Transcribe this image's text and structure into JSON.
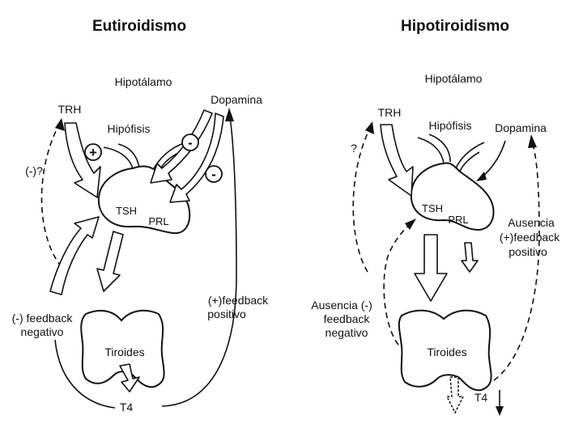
{
  "left_panel": {
    "title": "Eutiroidismo",
    "hypothalamus": "Hipotálamo",
    "trh": "TRH",
    "pituitary": "Hipófisis",
    "dopamine": "Dopamina",
    "tsh": "TSH",
    "prl": "PRL",
    "trh_stimulus_sign": "+",
    "dopamine_inhibit_sign_1": "-",
    "dopamine_inhibit_sign_2": "-",
    "unknown_feedback": "(-)?",
    "neg_feedback_line1": "(-) feedback",
    "neg_feedback_line2": "negativo",
    "pos_feedback_line1": "(+)feedback",
    "pos_feedback_line2": "positivo",
    "thyroid": "Tiroides",
    "t4": "T4"
  },
  "right_panel": {
    "title": "Hipotiroidismo",
    "hypothalamus": "Hipotálamo",
    "trh": "TRH",
    "question_mark": "?",
    "pituitary": "Hipófisis",
    "dopamine": "Dopamina",
    "tsh": "TSH",
    "prl": "PRL",
    "absent_pos_line1": "Ausencia",
    "absent_pos_line2": "(+)feedback",
    "absent_pos_line3": "positivo",
    "absent_neg_line1": "Ausencia (-)",
    "absent_neg_line2": "feedback",
    "absent_neg_line3": "negativo",
    "thyroid": "Tiroides",
    "t4": "T4"
  }
}
